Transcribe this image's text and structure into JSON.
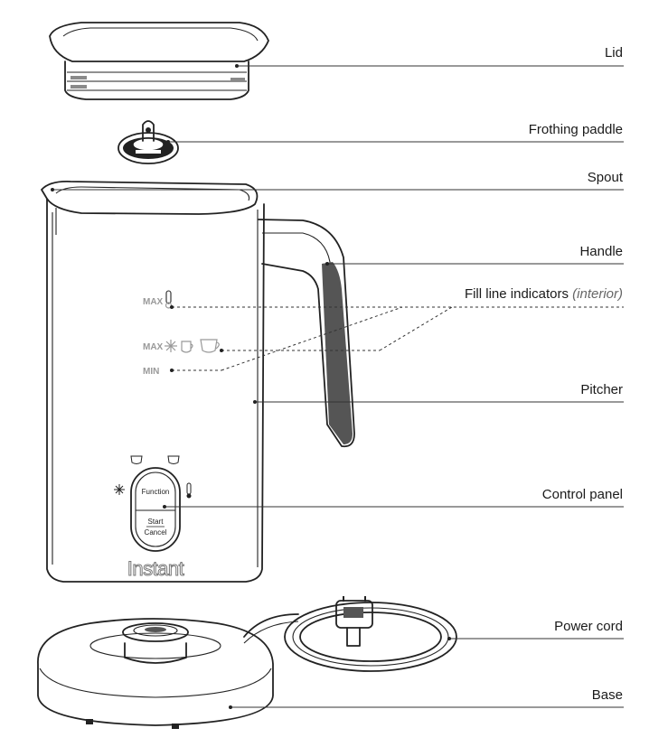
{
  "labels": {
    "lid": "Lid",
    "frothing_paddle": "Frothing paddle",
    "spout": "Spout",
    "handle": "Handle",
    "fill_line_indicators": "Fill line indicators",
    "fill_line_note": "(interior)",
    "pitcher": "Pitcher",
    "control_panel": "Control panel",
    "power_cord": "Power cord",
    "base": "Base"
  },
  "pitcher_markings": {
    "max_heat": "MAX",
    "max_froth": "MAX",
    "min": "MIN"
  },
  "control_panel": {
    "function_label": "Function",
    "start_label": "Start",
    "cancel_label": "Cancel"
  },
  "brand": {
    "logo_text": "Instant"
  },
  "icons": [
    "thermometer-icon",
    "snowflake-icon",
    "cup-icon",
    "large-cup-icon"
  ]
}
